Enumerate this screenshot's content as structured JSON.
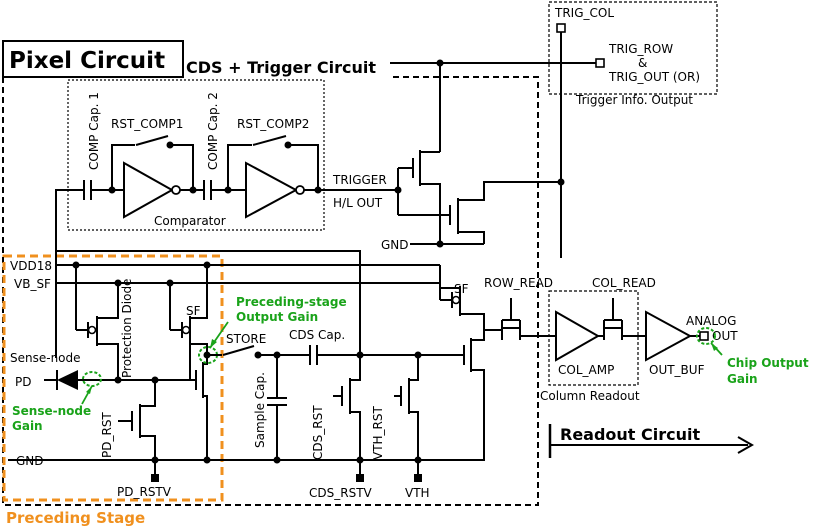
{
  "titles": {
    "pixel_circuit": "Pixel Circuit",
    "cds_trigger": "CDS + Trigger Circuit",
    "readout": "Readout Circuit",
    "preceding_stage": "Preceding Stage",
    "trigger_info": "Trigger Info. Output",
    "column_readout": "Column Readout",
    "comparator": "Comparator"
  },
  "labels": {
    "trig_col": "TRIG_COL",
    "trig_row": "TRIG_ROW",
    "amp": "&",
    "trig_out": "TRIG_OUT (OR)",
    "comp_cap1": "COMP Cap. 1",
    "comp_cap2": "COMP Cap. 2",
    "rst_comp1": "RST_COMP1",
    "rst_comp2": "RST_COMP2",
    "trigger": "TRIGGER",
    "hl_out": "H/L OUT",
    "gnd_top": "GND",
    "vdd18": "VDD18",
    "vb_sf": "VB_SF",
    "protection_diode": "Protection Diode",
    "sf1": "SF",
    "sf2": "SF",
    "sense_node": "Sense-node",
    "pd": "PD",
    "pd_rst": "PD_RST",
    "gnd_bottom": "GND",
    "pd_rstv": "PD_RSTV",
    "store": "STORE",
    "cds_cap": "CDS Cap.",
    "sample_cap": "Sample Cap.",
    "cds_rst": "CDS_RST",
    "vth_rst": "VTH_RST",
    "cds_rstv": "CDS_RSTV",
    "vth": "VTH",
    "row_read": "ROW_READ",
    "col_read": "COL_READ",
    "col_amp": "COL_AMP",
    "out_buf": "OUT_BUF",
    "analog": "ANALOG",
    "out": "OUT"
  },
  "annotations": {
    "preceding_gain_1": "Preceding-stage",
    "preceding_gain_2": "Output Gain",
    "sense_gain_1": "Sense-node",
    "sense_gain_2": "Gain",
    "chip_gain_1": "Chip Output",
    "chip_gain_2": "Gain"
  },
  "colors": {
    "wire": "#000000",
    "annotation_green": "#1aa31a",
    "preceding_stage_orange": "#f0901e"
  }
}
